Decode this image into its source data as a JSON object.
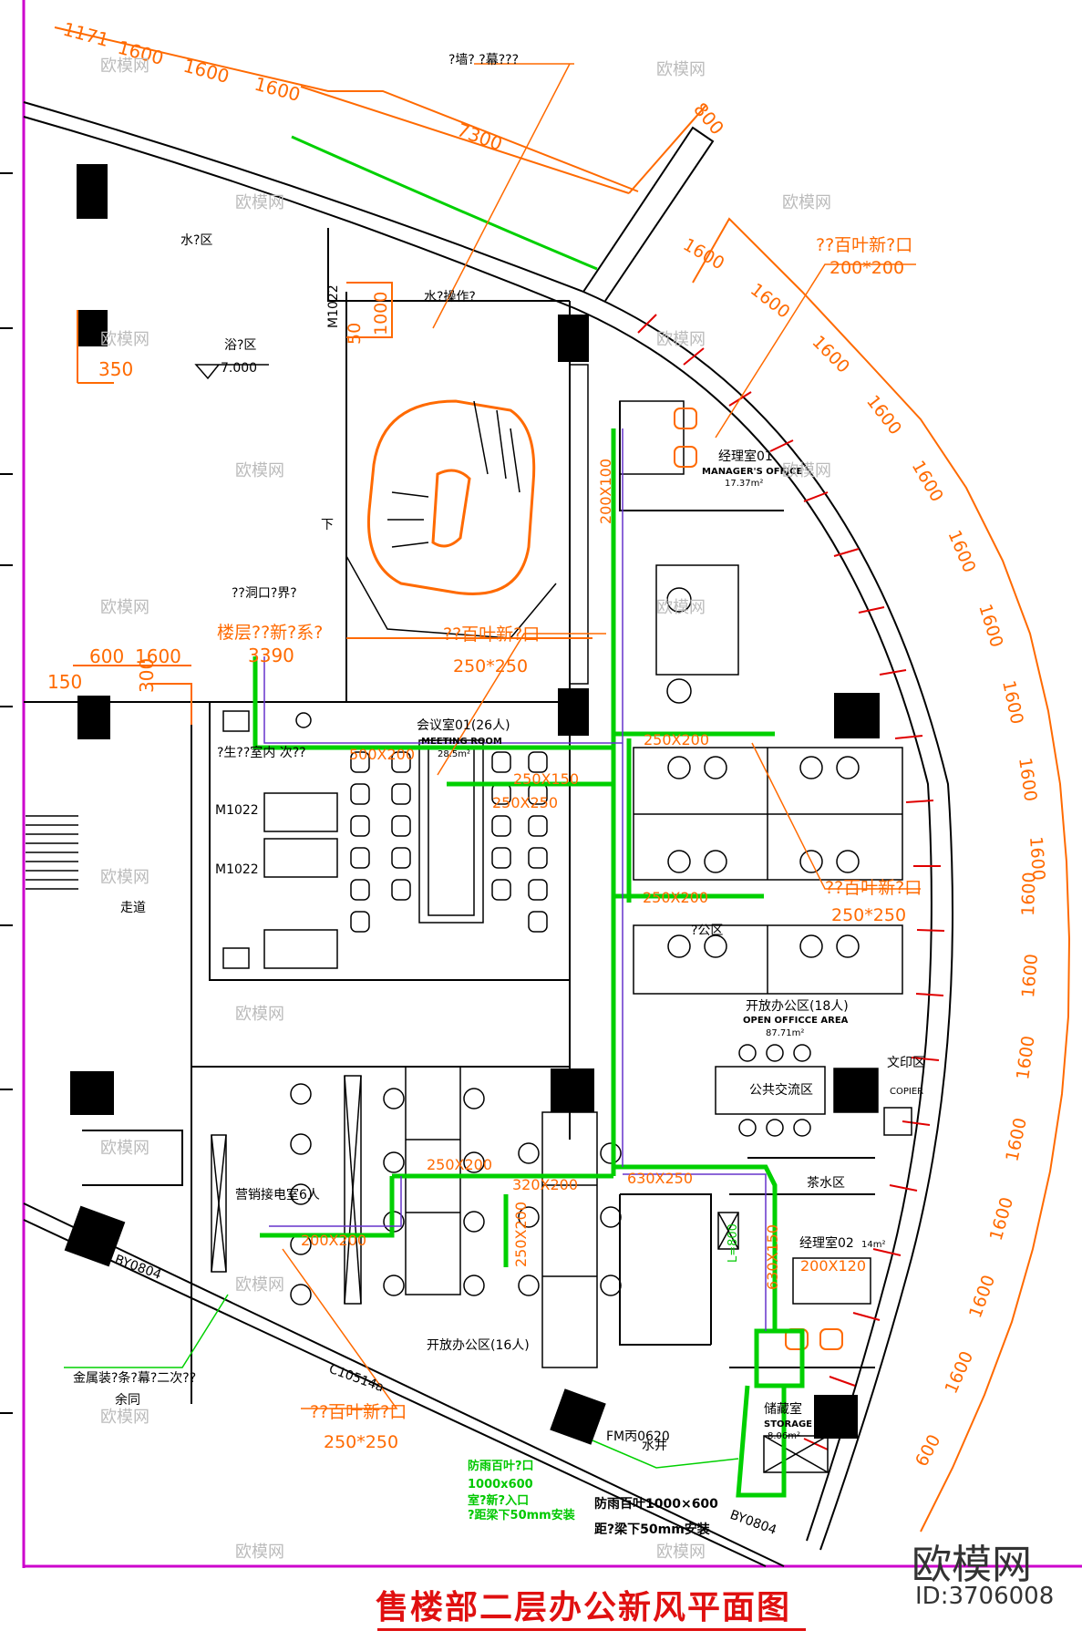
{
  "title": "售楼部二层办公新风平面图",
  "watermark": {
    "logo": "欧模网",
    "id": "ID:3706008",
    "faint": "欧模网"
  },
  "top_dims": [
    "1171",
    "1600",
    "1600",
    "1600",
    "7300",
    "800"
  ],
  "arc_dims": [
    "1600",
    "1600",
    "1600",
    "1600",
    "1600",
    "1600",
    "1600",
    "1600",
    "1600",
    "1600",
    "1600",
    "1600",
    "1600",
    "1600",
    "1600",
    "1600",
    "1600",
    "600"
  ],
  "left_dims": {
    "d350": "350",
    "d150": "150",
    "d600": "600",
    "d1600": "1600",
    "d300": "300",
    "d3390": "3390",
    "d1000": "1000",
    "d50": "50",
    "level": "7.000"
  },
  "rooms": {
    "water_area": "水?区",
    "water_op": "水?操作?",
    "bath_area": "浴?区",
    "meeting": "会议室01(26人)",
    "meeting_en": "MEETING ROOM",
    "meeting_area": "28.5m²",
    "manager1": "经理室01",
    "manager1_en": "MANAGER'S OFFICE",
    "manager1_area": "17.37m²",
    "toilet": "?生??室内 次??",
    "corridor": "走道",
    "office_sign": "?公区",
    "open_office": "开放办公区(18人)",
    "open_office_en": "OPEN OFFICCE AREA",
    "open_office_area": "87.71m²",
    "print_area": "文印区",
    "copier": "COPIER",
    "public": "公共交流区",
    "tea": "茶水区",
    "manager2": "经理室02",
    "manager2_area": "14m²",
    "sales": "营销接电室6人",
    "open16": "开放办公区(16人)",
    "storage": "储藏室",
    "storage_en": "STORAGE",
    "storage_area": "8.06m²",
    "well": "水井",
    "down": "下",
    "margin": "余同"
  },
  "doors": {
    "m1022a": "M1022",
    "m1022b": "M1022",
    "m1022c": "M1022",
    "fm": "FM丙0620",
    "by0804a": "BY0804",
    "by0804b": "BY0804",
    "c1": "C10514a"
  },
  "annotations": {
    "top_note": "?墙? ?幕???",
    "louver_200": "??百叶新?口",
    "louver_200_size": "200*200",
    "slab_hole": "??洞口?界?",
    "slab_mid": "楼层??新?系?",
    "louver_250a": "??百叶新?口",
    "louver_250a_size": "250*250",
    "louver_250b": "??百叶新?口",
    "louver_250b_size": "250*250",
    "louver_250c": "??百叶新?口",
    "louver_250c_size": "250*250",
    "metal": "金属装?条?幕?二次??",
    "rain1": "防雨百叶?口",
    "rain1_size": "1000x600",
    "rain1_b": "室?新?入口",
    "rain1_c": "?距梁下50mm安装",
    "rain2": "防雨百叶1000×600",
    "rain2_b": "距?梁下50mm安装"
  },
  "ducts": {
    "d200x100": "200X100",
    "d250x200a": "250X200",
    "d250x200b": "250X200",
    "d250x200c": "250X200",
    "d500x200": "500X200",
    "d250x250": "250X250",
    "d630x250": "630X250",
    "d630x150": "630X150",
    "d320x200": "320X200",
    "d200x200": "200X200",
    "d250x200d": "250X200",
    "d200x120": "200X120",
    "lbl_800": "L=800",
    "d250x150": "250X150"
  },
  "colors": {
    "wall": "#000000",
    "dim": "#ff6a00",
    "duct": "#00d000",
    "red": "#e00000",
    "magenta": "#cc00cc",
    "purple": "#6633cc"
  }
}
